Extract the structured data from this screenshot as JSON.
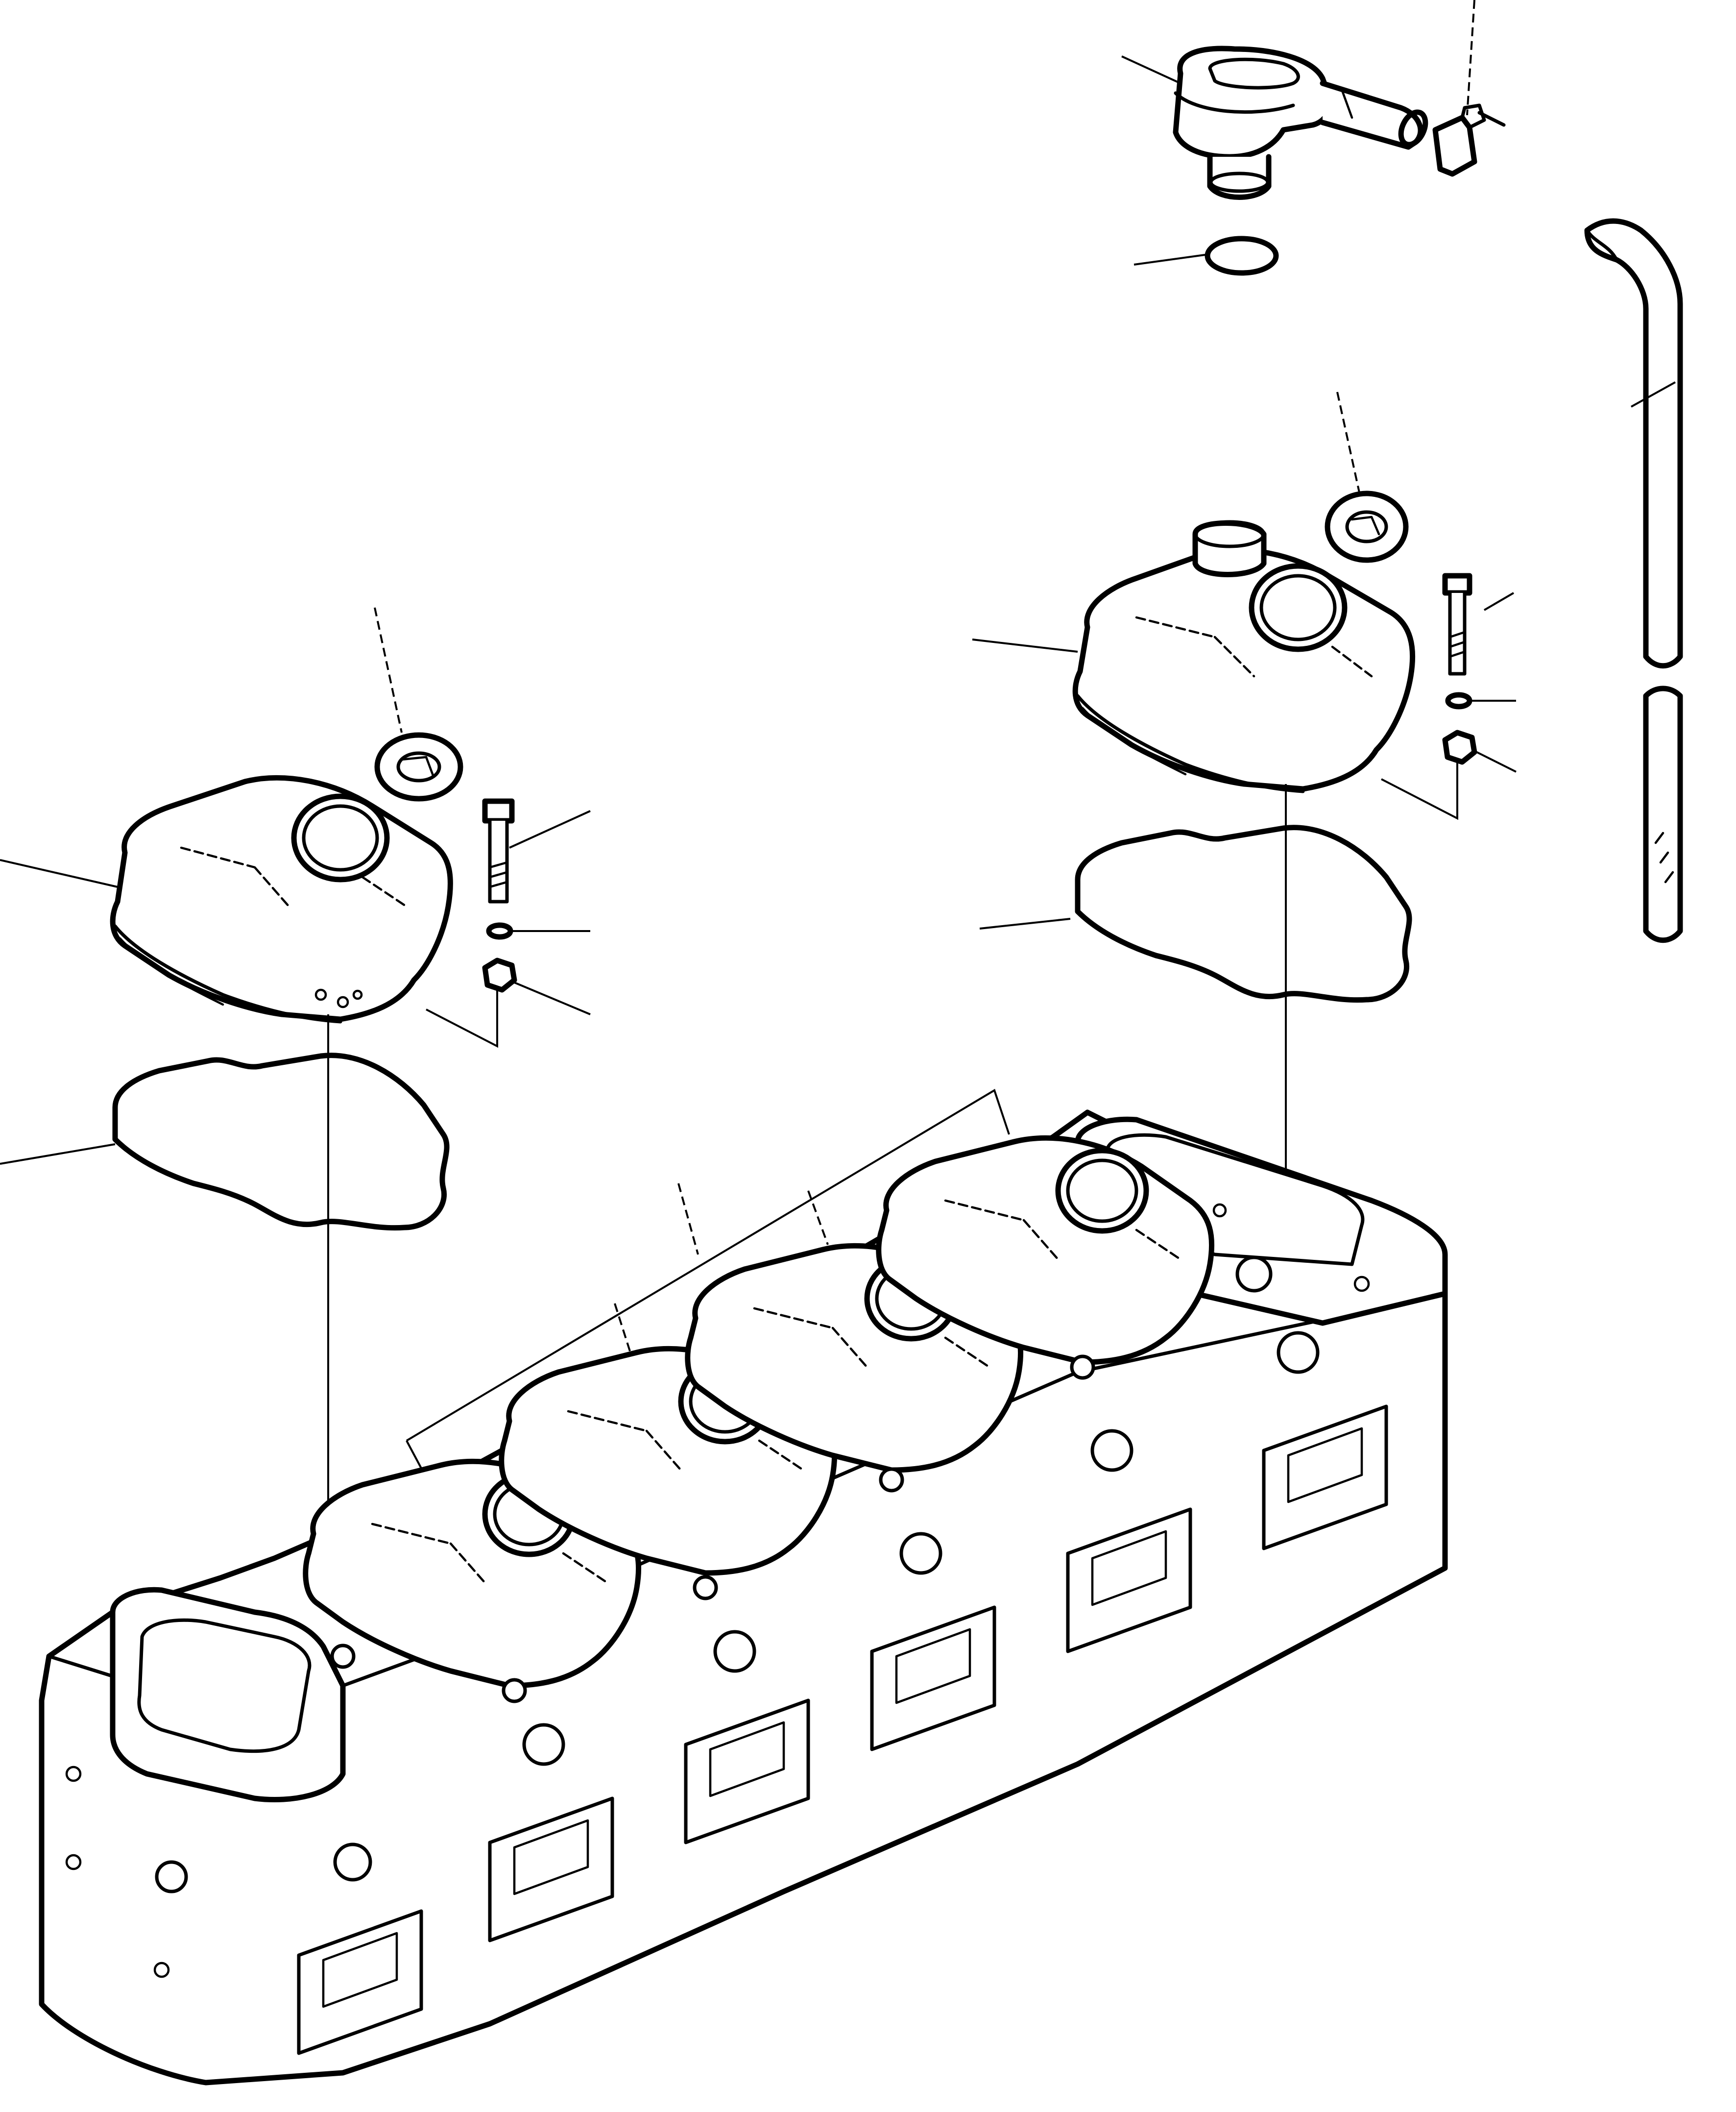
{
  "diagram": {
    "description_visible_text": [],
    "background_color": "#ffffff",
    "line_color": "#000000",
    "parts": [
      {
        "name": "breather-assembly",
        "icon": "breather-cap-icon"
      },
      {
        "name": "breather-clamp",
        "icon": "clamp-icon"
      },
      {
        "name": "breather-o-ring",
        "icon": "o-ring-icon"
      },
      {
        "name": "breather-hose",
        "icon": "hose-icon"
      },
      {
        "name": "oil-filler-seal",
        "icon": "seal-ring-icon"
      },
      {
        "name": "rocker-cover",
        "icon": "cover-icon"
      },
      {
        "name": "cover-bolt",
        "icon": "bolt-icon"
      },
      {
        "name": "cover-washer",
        "icon": "washer-icon"
      },
      {
        "name": "cover-grommet",
        "icon": "grommet-icon"
      },
      {
        "name": "cover-gasket",
        "icon": "gasket-icon"
      },
      {
        "name": "cylinder-head-assembly",
        "icon": "cylinder-head-icon"
      }
    ]
  }
}
